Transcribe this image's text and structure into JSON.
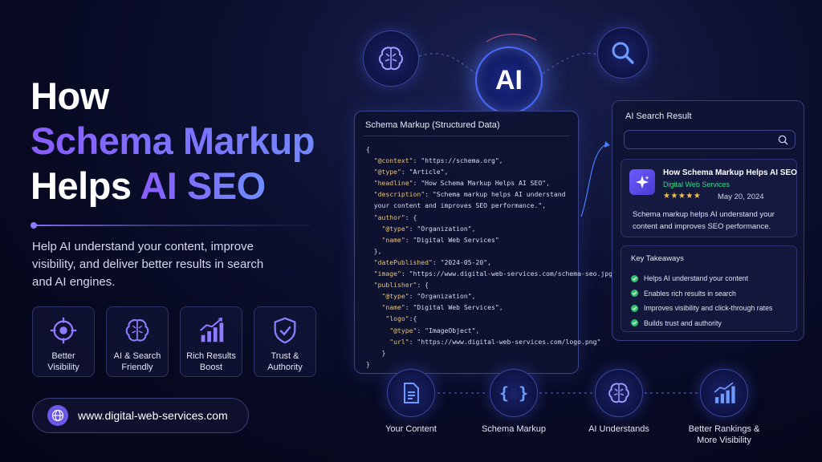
{
  "headline": {
    "line1": "How",
    "line2": "Schema Markup",
    "line3_prefix": "Helps ",
    "line3_accent": "AI SEO"
  },
  "subtext": "Help AI understand your content, improve visibility, and deliver better results in search and AI engines.",
  "features": [
    {
      "icon": "target-icon",
      "label_line1": "Better",
      "label_line2": "Visibility"
    },
    {
      "icon": "brain-icon",
      "label_line1": "AI & Search",
      "label_line2": "Friendly"
    },
    {
      "icon": "bar-chart-icon",
      "label_line1": "Rich Results",
      "label_line2": "Boost"
    },
    {
      "icon": "shield-check-icon",
      "label_line1": "Trust &",
      "label_line2": "Authority"
    }
  ],
  "url": {
    "icon": "globe-icon",
    "text": "www.digital-web-services.com"
  },
  "top_icons": {
    "left": "brain-icon",
    "center": "AI",
    "right": "search-icon"
  },
  "code_card": {
    "title": "Schema Markup (Structured Data)",
    "lines": [
      "{",
      "  \"@context\": \"https://schema.org\",",
      "  \"@type\": \"Article\",",
      "  \"headline\": \"How Schema Markup Helps AI SEO\",",
      "  \"description\": \"Schema markup helps AI understand",
      "  your content and improves SEO performance.\",",
      "  \"author\": {",
      "    \"@type\": \"Organization\",",
      "    \"name\": \"Digital Web Services\"",
      "  },",
      "  \"datePublished\": \"2024-05-20\",",
      "  \"image\": \"https://www.digital-web-services.com/schema-seo.jpg\",",
      "  \"publisher\": {",
      "    \"@type\": \"Organization\",",
      "    \"name\": \"Digital Web Services\",",
      "     \"logo\":{",
      "      \"@type\": \"ImageObject\",",
      "      \"url\": \"https://www.digital-web-services.com/logo.png\"",
      "    }",
      "}"
    ]
  },
  "result_card": {
    "title": "AI Search Result",
    "search_placeholder": "",
    "result": {
      "icon": "sparkle-icon",
      "headline": "How Schema Markup Helps AI SEO",
      "source": "Digital Web Services",
      "stars": "★★★★★",
      "rating": 5,
      "date": "May 20, 2024",
      "description": "Schema markup helps AI understand your content and improves SEO performance."
    },
    "takeaways": {
      "title": "Key Takeaways",
      "items": [
        "Helps AI understand your content",
        "Enables rich results in search",
        "Improves visibility and click-through rates",
        "Builds trust and authority"
      ]
    }
  },
  "flow": [
    {
      "icon": "document-icon",
      "label_line1": "Your Content",
      "label_line2": ""
    },
    {
      "icon": "braces-icon",
      "label_line1": "Schema Markup",
      "label_line2": ""
    },
    {
      "icon": "brain-icon",
      "label_line1": "AI Understands",
      "label_line2": ""
    },
    {
      "icon": "growth-chart-icon",
      "label_line1": "Better Rankings &",
      "label_line2": "More Visibility"
    }
  ],
  "colors": {
    "accent_purple": "#7b6cff",
    "accent_blue": "#4b6bff",
    "green": "#39d98a",
    "star": "#f5c240",
    "code_key": "#e7c27a"
  }
}
